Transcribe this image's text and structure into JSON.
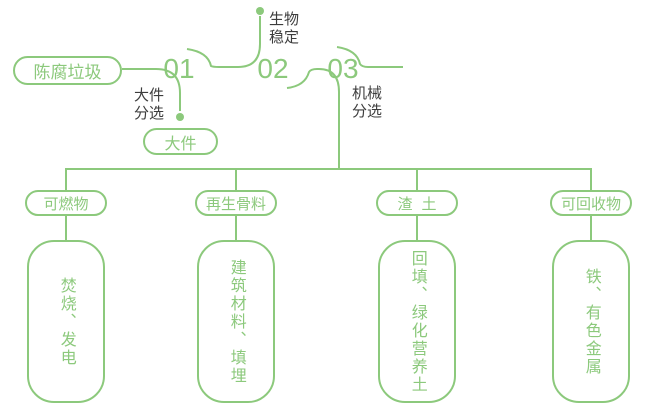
{
  "colors": {
    "green": "#8CC97C",
    "dark": "#3D3D3D"
  },
  "source_pill": "陈腐垃圾",
  "steps": [
    {
      "number": "01",
      "label": "大件\n分选"
    },
    {
      "number": "02",
      "label": "生物\n稳定"
    },
    {
      "number": "03",
      "label": "机械\n分选"
    }
  ],
  "bulky_pill": "大件",
  "branches": [
    {
      "category": "可燃物",
      "output": "焚烧、发电"
    },
    {
      "category": "再生骨料",
      "output": "建筑材料、填埋"
    },
    {
      "category": "渣土",
      "output": "回填、绿化营养土"
    },
    {
      "category": "可回收物",
      "output": "铁、有色金属"
    }
  ]
}
